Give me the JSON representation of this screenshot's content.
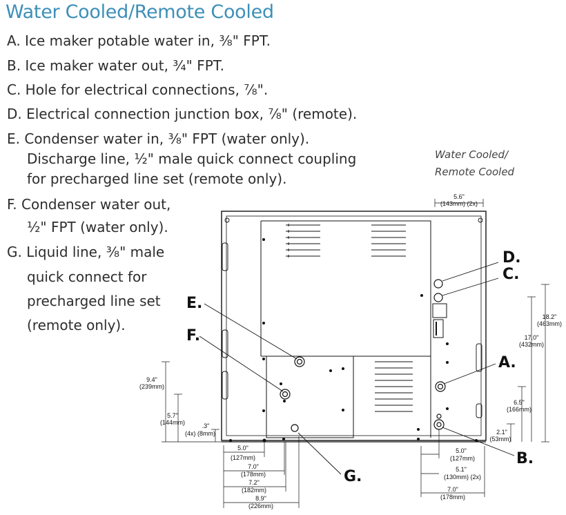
{
  "title": "Water Cooled/Remote Cooled",
  "subtitle": [
    "Water Cooled/",
    "Remote Cooled"
  ],
  "legend": [
    "A. Ice maker potable water in, ³⁄₈\" FPT.",
    "B. Ice maker water out, ³⁄₄\" FPT.",
    "C. Hole for electrical connections, ⁷⁄₈\".",
    "D. Electrical connection junction box, ⁷⁄₈\" (remote).",
    "E. Condenser water in, ³⁄₈\" FPT (water only).",
    "Discharge line, ½\" male quick connect coupling",
    "for precharged line set (remote only).",
    "F. Condenser water out,",
    "½\" FPT (water only).",
    "G. Liquid line, ³⁄₈\" male",
    "quick connect for",
    "precharged line set",
    "(remote only)."
  ],
  "callouts": {
    "a": "A.",
    "b": "B.",
    "c": "C.",
    "d": "D.",
    "e": "E.",
    "f": "F.",
    "g": "G."
  },
  "dims": {
    "d1": "5.6\"",
    "d1b": "(143mm) (2x)",
    "d2": "18.2\"",
    "d2b": "(463mm)",
    "d3": "17.0\"",
    "d3b": "(432mm)",
    "d4": "6.5\"",
    "d4b": "(166mm)",
    "d5": "2.1\"",
    "d5b": "(53mm)",
    "d6": "9.4\"",
    "d6b": "(239mm)",
    "d7": "5.7\"",
    "d7b": "(144mm)",
    "d8": ".3\"",
    "d8b": "(4x) (8mm)",
    "d9": "5.0\"",
    "d9b": "(127mm)",
    "d10": "7.0\"",
    "d10b": "(178mm)",
    "d11": "7.2\"",
    "d11b": "(182mm)",
    "d12": "8.9\"",
    "d12b": "(226mm)",
    "d13": "5.0\"",
    "d13b": "(127mm)",
    "d14": "5.1\"",
    "d14b": "(130mm) (2x)",
    "d15": "7.0\"",
    "d15b": "(178mm)"
  }
}
